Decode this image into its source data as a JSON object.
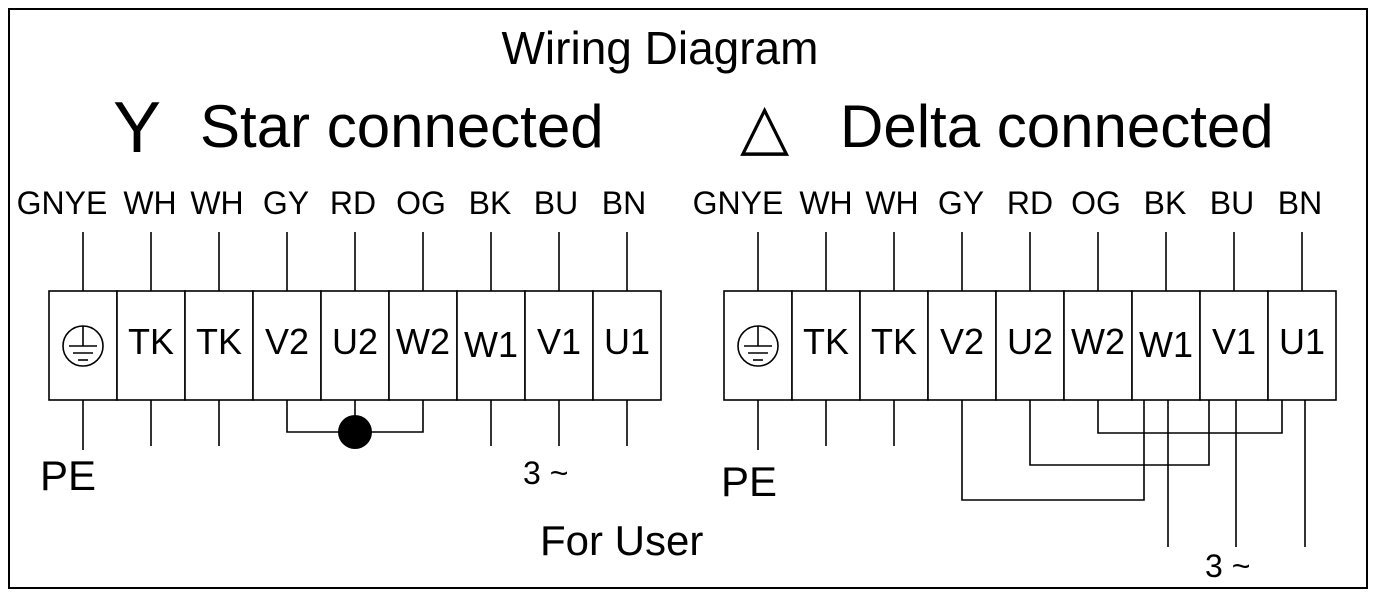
{
  "title": "Wiring  Diagram",
  "star": {
    "symbol": "Y",
    "heading": "Star connected",
    "colors": [
      "GNYE",
      "WH",
      "WH",
      "GY",
      "RD",
      "OG",
      "BK",
      "BU",
      "BN"
    ],
    "terminals": [
      "",
      "TK",
      "TK",
      "V2",
      "U2",
      "W2",
      "W1",
      "V1",
      "U1"
    ],
    "pe_label": "PE",
    "supply_label": "3 ~"
  },
  "delta": {
    "symbol": "△",
    "heading": "Delta connected",
    "colors": [
      "GNYE",
      "WH",
      "WH",
      "GY",
      "RD",
      "OG",
      "BK",
      "BU",
      "BN"
    ],
    "terminals": [
      "",
      "TK",
      "TK",
      "V2",
      "U2",
      "W2",
      "W1",
      "V1",
      "U1"
    ],
    "pe_label": "PE",
    "supply_label": "3 ~"
  },
  "footer": "For User",
  "icons": {
    "ground": "ground-symbol-icon"
  }
}
